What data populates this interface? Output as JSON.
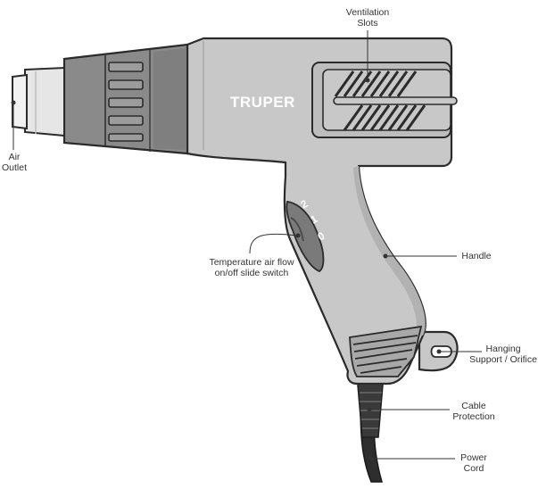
{
  "brand": "TRUPER",
  "switch_positions": [
    "2",
    "1",
    "0"
  ],
  "colors": {
    "body": "#c8c8c8",
    "body_dark": "#a5a5a5",
    "nozzle_dark": "#8a8a8a",
    "nozzle_tip": "#e6e6e6",
    "outline": "#2b2b2b",
    "switch": "#7a7a7a",
    "cord": "#2e2e2e"
  },
  "labels": {
    "air_outlet": [
      "Air",
      "Outlet"
    ],
    "ventilation_slots": [
      "Ventilation",
      "Slots"
    ],
    "temperature_switch": [
      "Temperature air flow",
      "on/off slide switch"
    ],
    "handle": [
      "Handle"
    ],
    "hanging_support": [
      "Hanging",
      "Support / Orifice"
    ],
    "cable_protection": [
      "Cable",
      "Protection"
    ],
    "power_cord": [
      "Power",
      "Cord"
    ]
  }
}
